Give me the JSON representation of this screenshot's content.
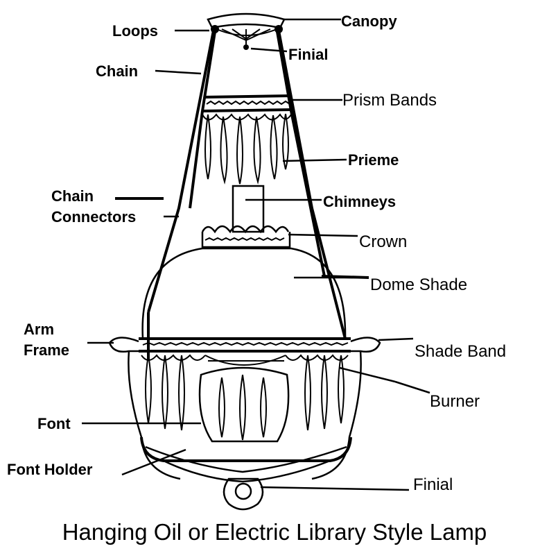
{
  "caption": "Hanging Oil or Electric Library Style Lamp",
  "labels": {
    "canopy": "Canopy",
    "loops": "Loops",
    "finial_top": "Finial",
    "chain": "Chain",
    "prism_bands": "Prism Bands",
    "prisms": "Prieme",
    "chain_connectors_1": "Chain",
    "chain_connectors_2": "Connectors",
    "chimneys": "Chimneys",
    "crown": "Crown",
    "dome_shade": "Dome Shade",
    "arm_frame_1": "Arm",
    "arm_frame_2": "Frame",
    "shade_band": "Shade Band",
    "burner": "Burner",
    "font": "Font",
    "font_holder": "Font Holder",
    "finial_bottom": "Finial"
  },
  "colors": {
    "ink": "#000000",
    "paper": "#ffffff"
  }
}
